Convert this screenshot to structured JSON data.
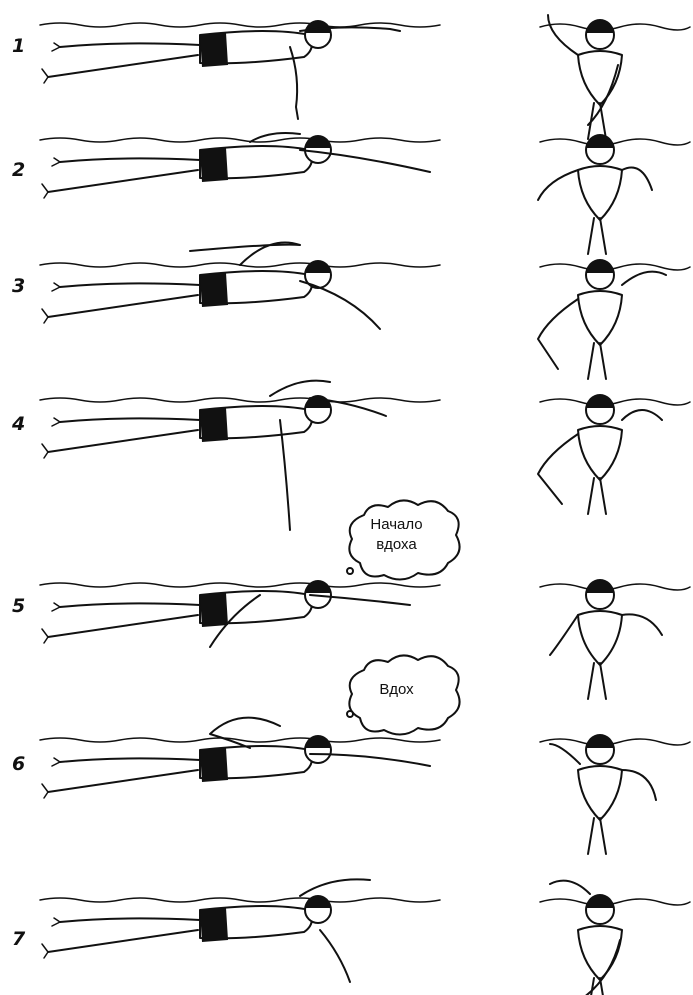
{
  "figure": {
    "rows": [
      {
        "number": "1",
        "bubble": ""
      },
      {
        "number": "2",
        "bubble": ""
      },
      {
        "number": "3",
        "bubble": ""
      },
      {
        "number": "4",
        "bubble": ""
      },
      {
        "number": "5",
        "bubble": "Начало\nвдоха"
      },
      {
        "number": "6",
        "bubble": "Вдох"
      },
      {
        "number": "7",
        "bubble": ""
      }
    ],
    "ink_color": "#111111",
    "background_color": "#ffffff"
  }
}
